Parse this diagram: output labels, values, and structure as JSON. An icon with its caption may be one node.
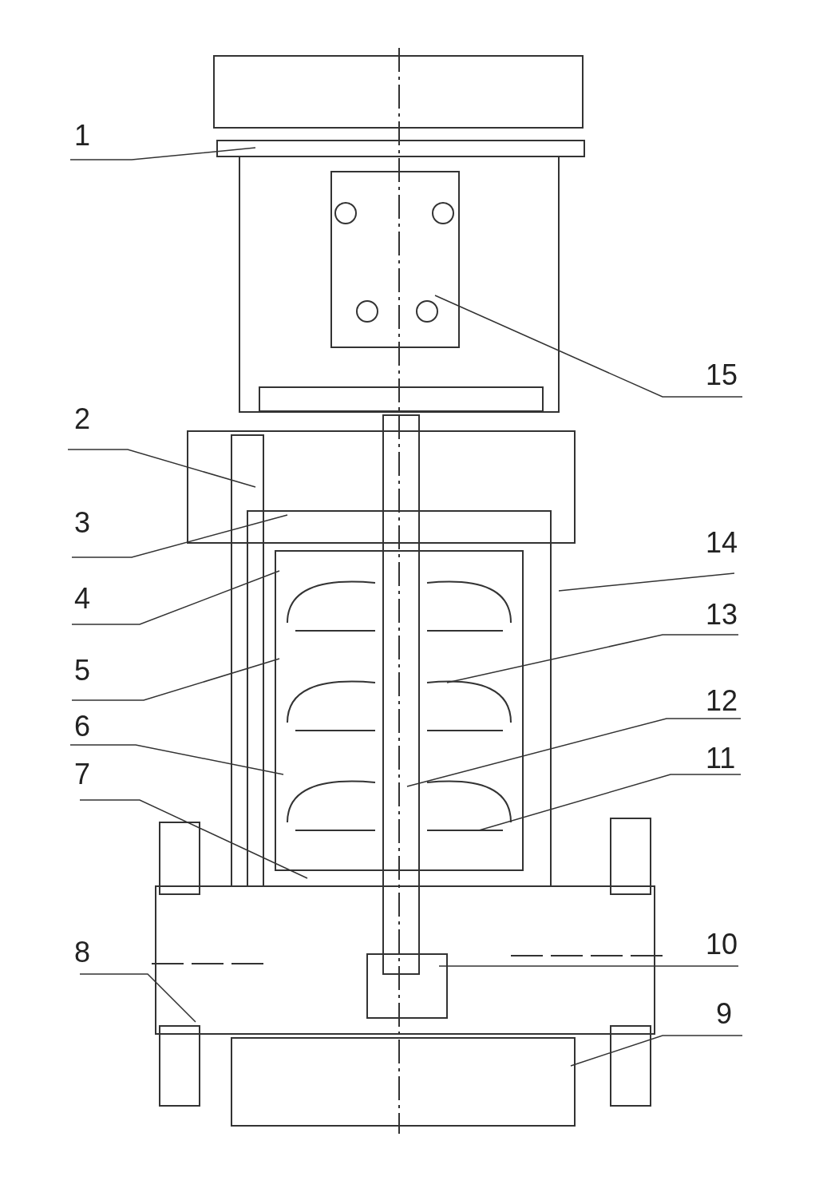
{
  "diagram": {
    "nodes": [
      {
        "text": [
          "1"
        ]
      },
      {
        "text": [
          "15"
        ]
      },
      {
        "text": [
          "2"
        ]
      },
      {
        "text": [
          "3"
        ]
      },
      {
        "text": [
          "14"
        ]
      },
      {
        "text": [
          "4"
        ]
      },
      {
        "text": [
          "13"
        ]
      },
      {
        "text": [
          "5"
        ]
      },
      {
        "text": [
          "12"
        ]
      },
      {
        "text": [
          "6"
        ]
      },
      {
        "text": [
          "11"
        ]
      },
      {
        "text": [
          "7"
        ]
      },
      {
        "text": [
          "10"
        ]
      },
      {
        "text": [
          "8"
        ]
      },
      {
        "text": [
          "9"
        ]
      }
    ],
    "edges": [
      {
        "from": 0,
        "to": null,
        "arrow": "none"
      },
      {
        "from": 1,
        "to": null,
        "arrow": "none"
      },
      {
        "from": 2,
        "to": null,
        "arrow": "none"
      },
      {
        "from": 3,
        "to": null,
        "arrow": "none"
      },
      {
        "from": 4,
        "to": null,
        "arrow": "none"
      },
      {
        "from": 5,
        "to": null,
        "arrow": "none"
      },
      {
        "from": 6,
        "to": null,
        "arrow": "none"
      },
      {
        "from": 7,
        "to": null,
        "arrow": "none"
      },
      {
        "from": 8,
        "to": null,
        "arrow": "none"
      },
      {
        "from": 9,
        "to": null,
        "arrow": "none"
      },
      {
        "from": 10,
        "to": null,
        "arrow": "none"
      },
      {
        "from": 11,
        "to": null,
        "arrow": "none"
      },
      {
        "from": 12,
        "to": null,
        "arrow": "none"
      },
      {
        "from": 13,
        "to": null,
        "arrow": "none"
      },
      {
        "from": 14,
        "to": null,
        "arrow": "none"
      }
    ]
  }
}
